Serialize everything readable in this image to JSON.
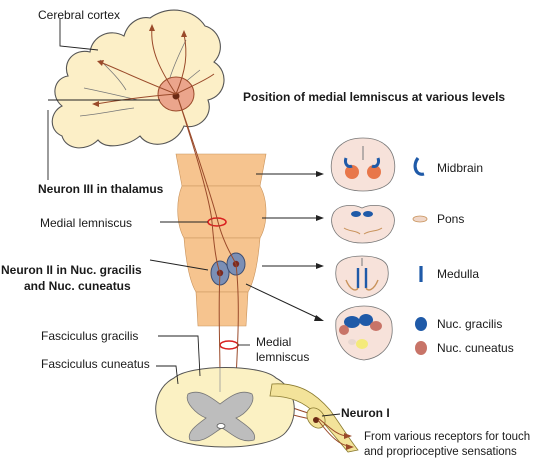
{
  "title": "Position of medial lemniscus at various levels",
  "labels": {
    "cerebral_cortex": "Cerebral cortex",
    "neuron_iii_thalamus": "Neuron III in thalamus",
    "medial_lemniscus_upper": "Medial lemniscus",
    "neuron_ii_line1": "Neuron II in Nuc. gracilis",
    "neuron_ii_line2": "and Nuc. cuneatus",
    "fasciculus_gracilis": "Fasciculus gracilis",
    "fasciculus_cuneatus": "Fasciculus cuneatus",
    "medial_lemniscus_lower_line1": "Medial",
    "medial_lemniscus_lower_line2": "lemniscus",
    "neuron_i": "Neuron I",
    "receptors_line1": "From various receptors for touch",
    "receptors_line2": "and proprioceptive sensations"
  },
  "levels": {
    "midbrain": "Midbrain",
    "pons": "Pons",
    "medulla": "Medulla"
  },
  "legend": {
    "nuc_gracilis": "Nuc. gracilis",
    "nuc_cuneatus": "Nuc. cuneatus"
  },
  "colors": {
    "brain_fill": "#fcefc7",
    "stem_fill": "#f6c48f",
    "spinal_fill": "#fbf1c3",
    "grey_matter": "#bdbdbd",
    "pathway": "#9a4a2a",
    "lemniscus_ring": "#d92020",
    "thalamus_fill": "#eba58c",
    "gracilis_blue": "#1f5aa8",
    "cuneatus_rose": "#c87468",
    "section_fill": "#f7e2da"
  }
}
